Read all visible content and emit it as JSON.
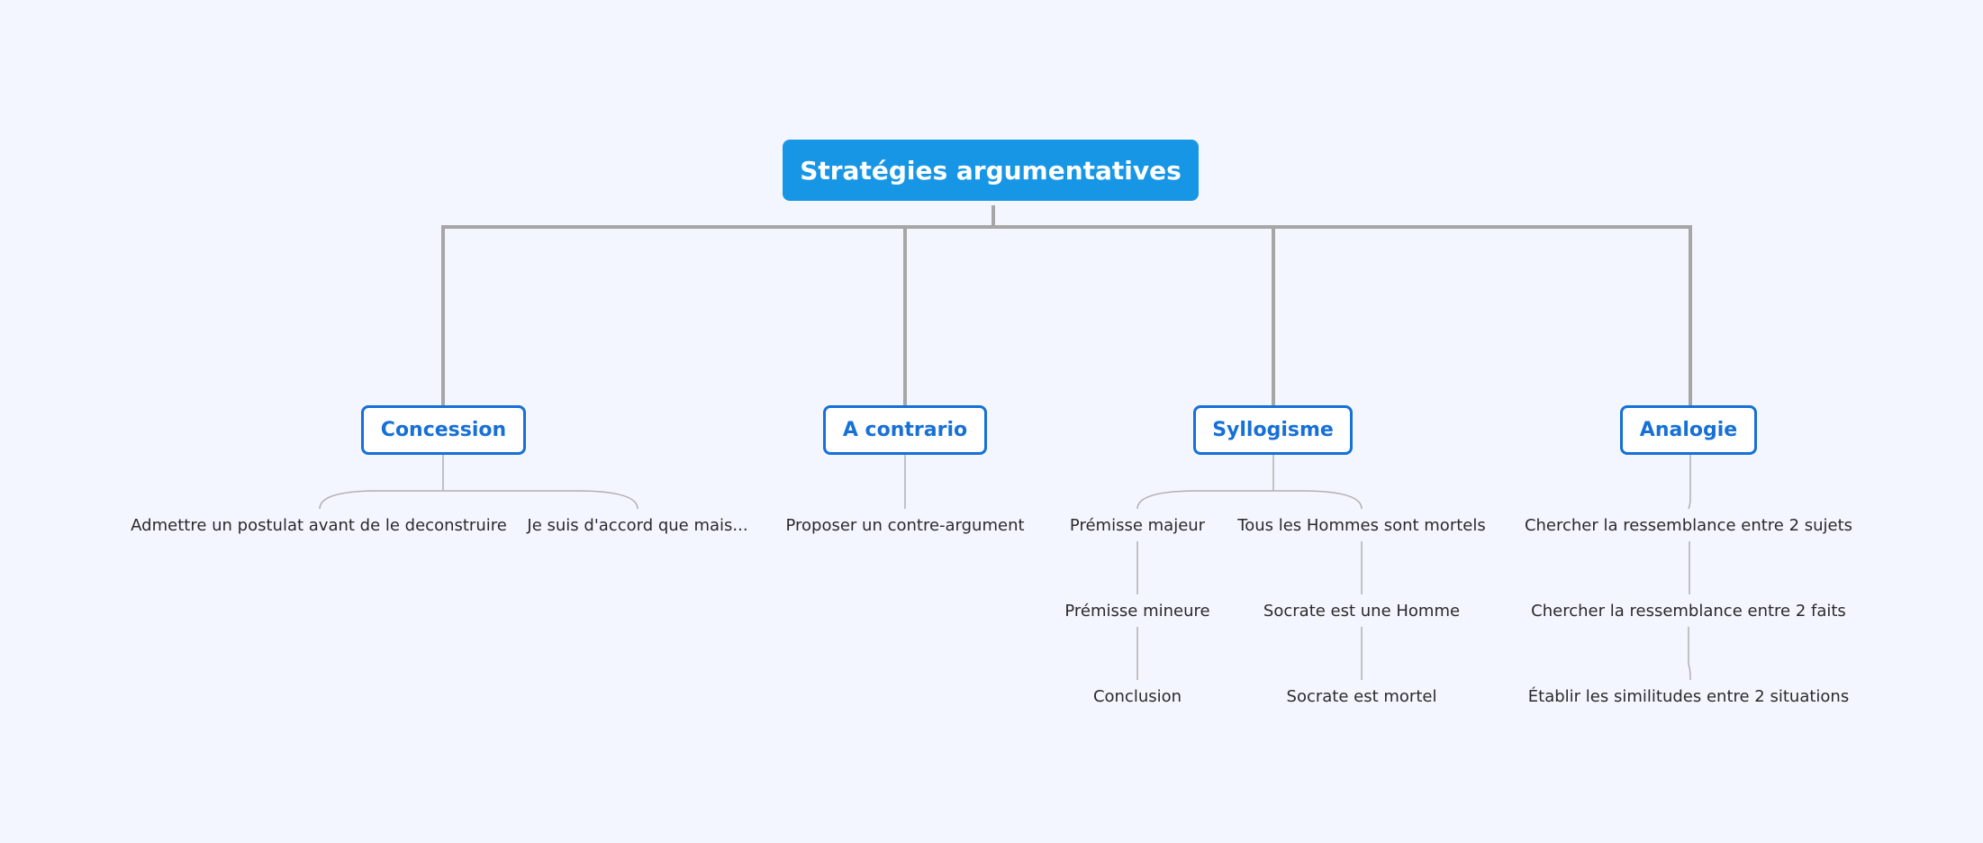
{
  "root": {
    "label": "Stratégies argumentatives"
  },
  "branches": [
    {
      "label": "Concession",
      "children": [
        "Admettre un postulat avant de le deconstruire",
        "Je suis d'accord que mais..."
      ]
    },
    {
      "label": "A contrario",
      "children": [
        "Proposer un contre-argument"
      ]
    },
    {
      "label": "Syllogisme",
      "columns": [
        [
          "Prémisse majeur",
          "Prémisse mineure",
          "Conclusion"
        ],
        [
          "Tous les Hommes sont mortels",
          "Socrate est une Homme",
          "Socrate est mortel"
        ]
      ]
    },
    {
      "label": "Analogie",
      "children": [
        "Chercher la ressemblance entre 2 sujets",
        "Chercher la ressemblance entre 2 faits",
        "Établir les similitudes entre 2 situations"
      ]
    }
  ],
  "colors": {
    "background": "#f3f6fe",
    "root_fill": "#1896e6",
    "branch_border": "#1770d6",
    "trunk_line": "#a6a6a6",
    "leaf_line": "#b0b0b0"
  }
}
